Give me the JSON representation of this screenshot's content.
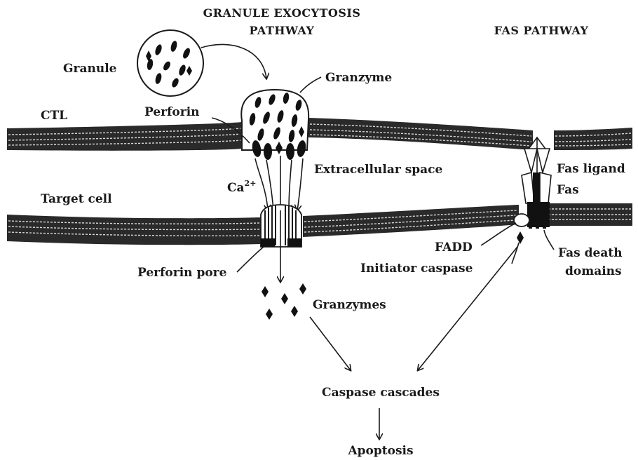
{
  "headers": {
    "granule_pathway_line1": "GRANULE EXOCYTOSIS",
    "granule_pathway_line2": "PATHWAY",
    "fas_pathway": "FAS PATHWAY"
  },
  "labels": {
    "granule": "Granule",
    "granzyme": "Granzyme",
    "ctl": "CTL",
    "perforin": "Perforin",
    "extracellular_space": "Extracellular space",
    "calcium": "Ca",
    "calcium_charge": "2+",
    "target_cell": "Target cell",
    "perforin_pore": "Perforin pore",
    "granzymes": "Granzymes",
    "fas_ligand": "Fas ligand",
    "fas": "Fas",
    "fadd": "FADD",
    "initiator_caspase": "Initiator caspase",
    "fas_death_line1": "Fas death",
    "fas_death_line2": "domains",
    "caspase_cascades": "Caspase cascades",
    "apoptosis": "Apoptosis"
  }
}
